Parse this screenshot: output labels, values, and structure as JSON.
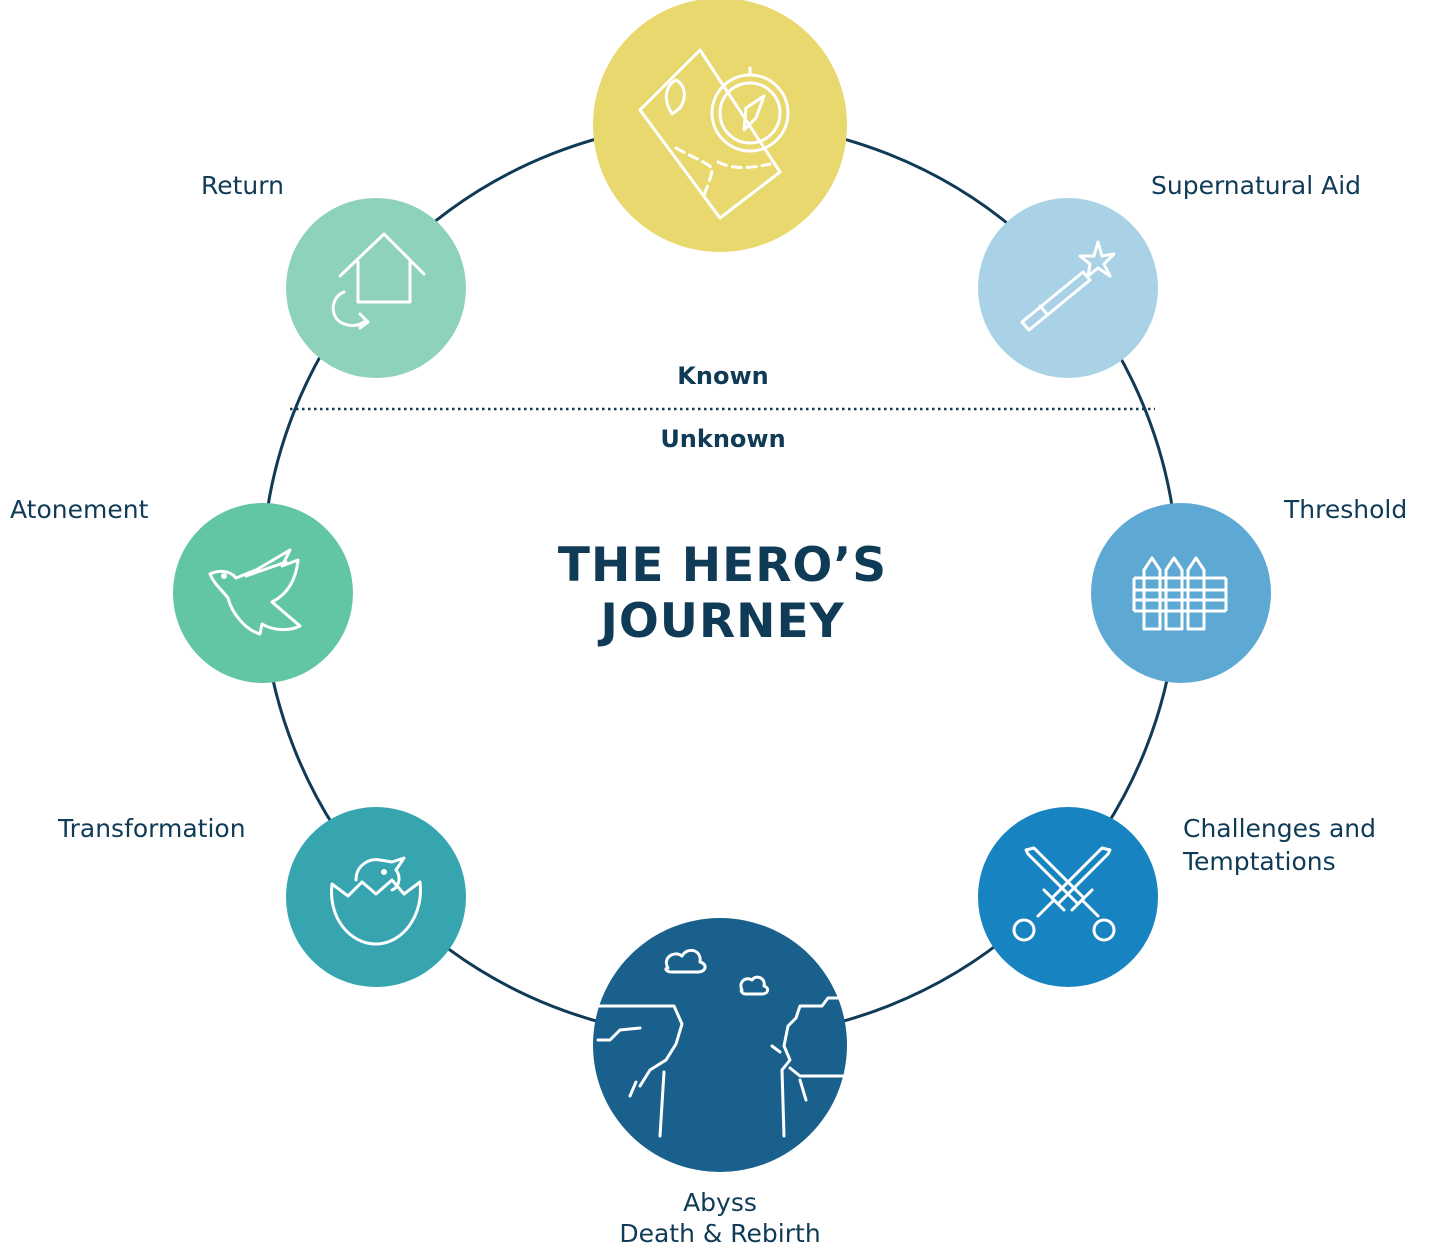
{
  "title": {
    "line1": "THE HERO’S",
    "line2": "JOURNEY"
  },
  "zones": {
    "known": "Known",
    "unknown": "Unknown"
  },
  "stages": [
    {
      "id": "call",
      "label": "",
      "color": "#e8d86d",
      "icon": "map-compass-icon"
    },
    {
      "id": "supernatural-aid",
      "label": "Supernatural Aid",
      "color": "#aad2e6",
      "icon": "magic-wand-icon"
    },
    {
      "id": "threshold",
      "label": "Threshold",
      "color": "#5da9d4",
      "icon": "fence-gate-icon"
    },
    {
      "id": "challenges",
      "label": "Challenges and",
      "label2": "Temptations",
      "color": "#1883c1",
      "icon": "crossed-swords-icon"
    },
    {
      "id": "abyss",
      "label": "Abyss",
      "label2": "Death & Rebirth",
      "color": "#19608d",
      "icon": "abyss-cliffs-icon"
    },
    {
      "id": "transformation",
      "label": "Transformation",
      "color": "#36a5b0",
      "icon": "hatching-egg-icon"
    },
    {
      "id": "atonement",
      "label": "Atonement",
      "color": "#62c5a6",
      "icon": "dove-icon"
    },
    {
      "id": "return",
      "label": "Return",
      "color": "#8dd2b9",
      "icon": "home-return-icon"
    }
  ],
  "colors": {
    "ring": "#0f3b57",
    "icon_stroke": "#ffffff",
    "text": "#0f3b57"
  }
}
